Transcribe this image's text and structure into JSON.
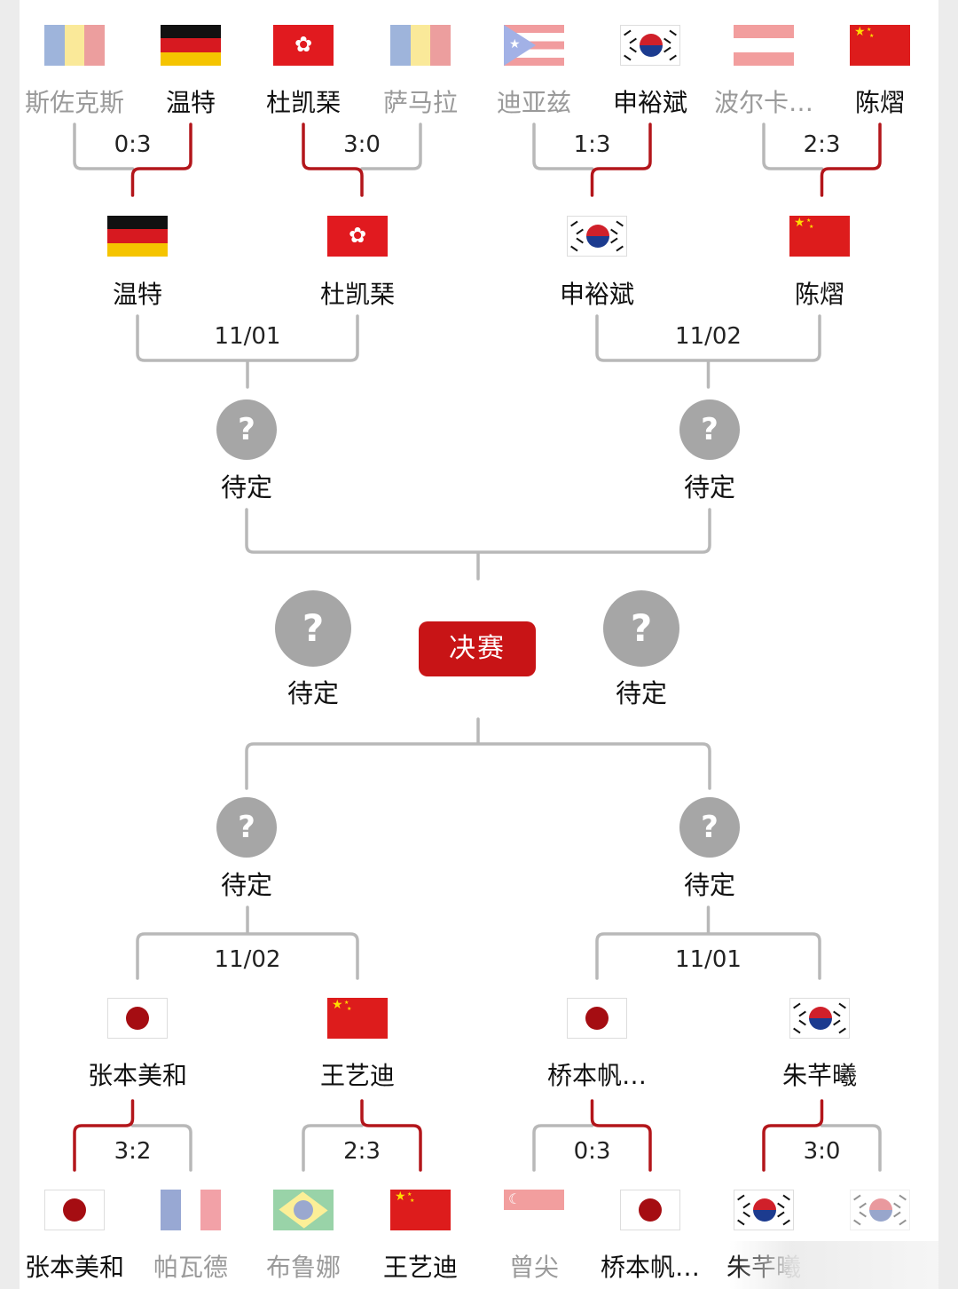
{
  "colors": {
    "win": "#b3161b",
    "line": "#b8b8b8",
    "accent": "#c81416",
    "pending": "#a6a6a6"
  },
  "final_label": "决赛",
  "pending_label": "待定",
  "pending_icon": "?",
  "top": {
    "r1": [
      {
        "score": "0:3",
        "players": [
          {
            "name": "斯佐克斯",
            "flag": "romania",
            "win": false
          },
          {
            "name": "温特",
            "flag": "germany",
            "win": true
          }
        ]
      },
      {
        "score": "3:0",
        "players": [
          {
            "name": "杜凯琹",
            "flag": "hongkong",
            "win": true
          },
          {
            "name": "萨马拉",
            "flag": "romania",
            "win": false
          }
        ]
      },
      {
        "score": "1:3",
        "players": [
          {
            "name": "迪亚兹",
            "flag": "puertorico",
            "win": false
          },
          {
            "name": "申裕斌",
            "flag": "korea",
            "win": true
          }
        ]
      },
      {
        "score": "2:3",
        "players": [
          {
            "name": "波尔卡…",
            "flag": "austria",
            "win": false
          },
          {
            "name": "陈熠",
            "flag": "china",
            "win": true
          }
        ]
      }
    ],
    "qf": [
      {
        "date": "11/01",
        "players": [
          {
            "name": "温特",
            "flag": "germany"
          },
          {
            "name": "杜凯琹",
            "flag": "hongkong"
          }
        ]
      },
      {
        "date": "11/02",
        "players": [
          {
            "name": "申裕斌",
            "flag": "korea"
          },
          {
            "name": "陈熠",
            "flag": "china"
          }
        ]
      }
    ]
  },
  "bottom": {
    "qf": [
      {
        "date": "11/02",
        "players": [
          {
            "name": "张本美和",
            "flag": "japan"
          },
          {
            "name": "王艺迪",
            "flag": "china"
          }
        ]
      },
      {
        "date": "11/01",
        "players": [
          {
            "name": "桥本帆…",
            "flag": "japan"
          },
          {
            "name": "朱芊曦",
            "flag": "korea"
          }
        ]
      }
    ],
    "r1": [
      {
        "score": "3:2",
        "players": [
          {
            "name": "张本美和",
            "flag": "japan",
            "win": true
          },
          {
            "name": "帕瓦德",
            "flag": "france",
            "win": false
          }
        ]
      },
      {
        "score": "2:3",
        "players": [
          {
            "name": "布鲁娜",
            "flag": "brazil",
            "win": false
          },
          {
            "name": "王艺迪",
            "flag": "china",
            "win": true
          }
        ]
      },
      {
        "score": "0:3",
        "players": [
          {
            "name": "曾尖",
            "flag": "singapore",
            "win": false
          },
          {
            "name": "桥本帆…",
            "flag": "japan",
            "win": true
          }
        ]
      },
      {
        "score": "3:0",
        "players": [
          {
            "name": "朱芊曦",
            "flag": "korea",
            "win": true
          },
          {
            "name": "",
            "flag": "korea",
            "win": false
          }
        ]
      }
    ]
  }
}
